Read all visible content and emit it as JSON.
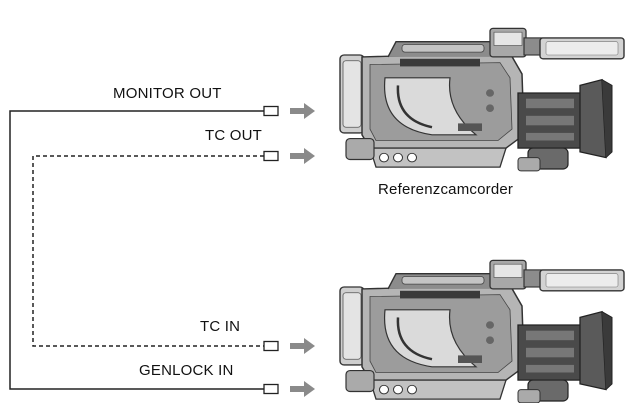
{
  "labels": {
    "monitor_out": "MONITOR OUT",
    "tc_out": "TC OUT",
    "reference_camcorder": "Referenzcamcorder",
    "tc_in": "TC IN",
    "genlock_in": "GENLOCK IN"
  },
  "colors": {
    "line": "#222222",
    "arrow": "#8a8a8a",
    "camera_dark": "#3a3a3a",
    "camera_mid": "#9a9a9a",
    "camera_light": "#d6d6d6"
  },
  "icons": [
    "connector-plug-icon",
    "arrow-right-icon",
    "camcorder-icon"
  ]
}
